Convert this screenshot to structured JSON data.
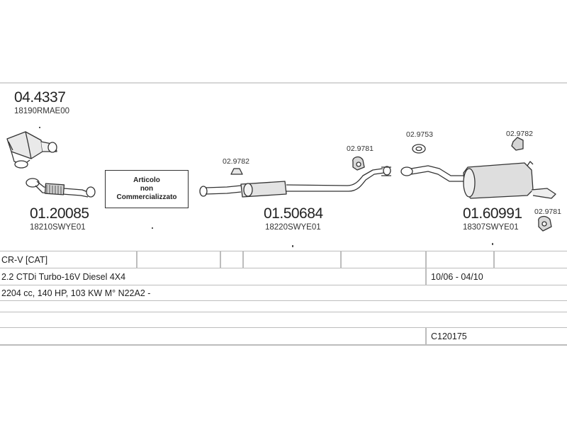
{
  "parts": [
    {
      "code": "04.4337",
      "oem": "18190RMAE00"
    },
    {
      "code": "01.20085",
      "oem": "18210SWYE01"
    },
    {
      "code": "01.50684",
      "oem": "18220SWYE01"
    },
    {
      "code": "01.60991",
      "oem": "18307SWYE01"
    }
  ],
  "accessories": [
    {
      "code": "02.9782"
    },
    {
      "code": "02.9781"
    },
    {
      "code": "02.9753"
    },
    {
      "code": "02.9782"
    },
    {
      "code": "02.9781"
    }
  ],
  "notice": {
    "line1": "Articolo",
    "line2": "non",
    "line3": "Commercializzato"
  },
  "vehicle": {
    "model": "CR-V [CAT]",
    "engine": "2.2 CTDi Turbo-16V Diesel 4X4",
    "years": "10/06 - 04/10",
    "specs": "2204 cc, 140 HP, 103 KW M° N22A2 -",
    "reference": "C120175"
  }
}
